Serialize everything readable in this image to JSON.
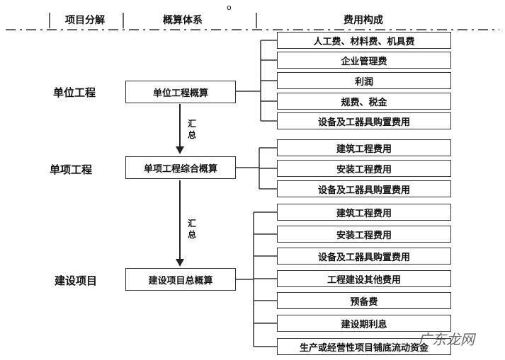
{
  "header": {
    "col1": "项目分解",
    "col2": "概算体系",
    "col3": "费用构成",
    "mark": "o"
  },
  "rows": {
    "unit": {
      "label": "单位工程",
      "box": "单位工程概算",
      "items": [
        "人工费、材料费、机具费",
        "企业管理费",
        "利润",
        "规费、税金",
        "设备及工器具购置费用"
      ]
    },
    "single": {
      "label": "单项工程",
      "box": "单项工程综合概算",
      "items": [
        "建筑工程费用",
        "安装工程费用",
        "设备及工器具购置费用"
      ]
    },
    "project": {
      "label": "建设项目",
      "box": "建设项目总概算",
      "items": [
        "建筑工程费用",
        "安装工程费用",
        "设备及工器具购置费用",
        "工程建设其他费用",
        "预备费",
        "建设期利息",
        "生产或经营性项目铺底流动资金"
      ]
    }
  },
  "arrows": {
    "summary1": [
      "汇",
      "总"
    ],
    "summary2": [
      "汇",
      "总"
    ]
  },
  "watermark": "广东龙网"
}
